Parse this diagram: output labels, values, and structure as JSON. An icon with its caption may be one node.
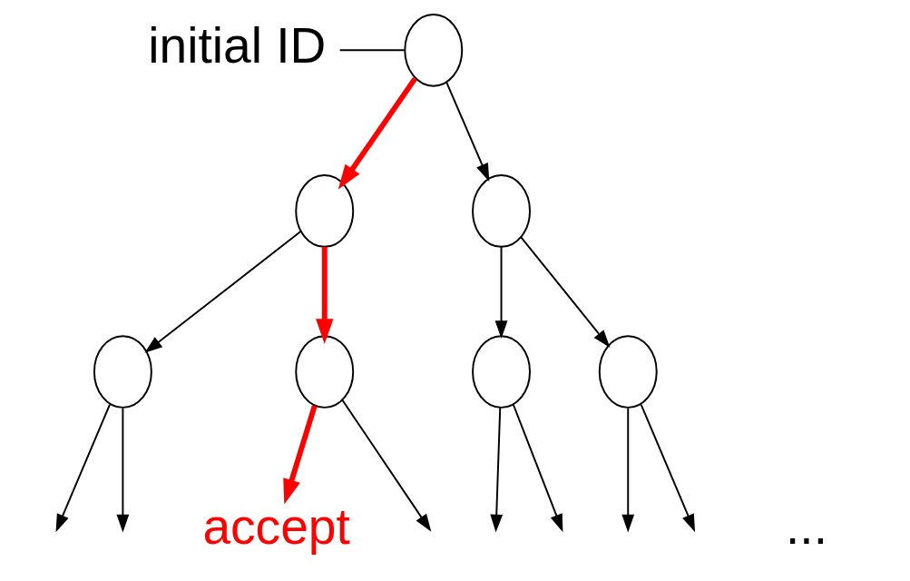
{
  "diagram": {
    "nodes": [
      {
        "text": [
          "initial ID"
        ]
      },
      {
        "text": [],
        "shape": "circle"
      },
      {
        "text": [],
        "shape": "circle"
      },
      {
        "text": [],
        "shape": "circle"
      },
      {
        "text": [],
        "shape": "circle"
      },
      {
        "text": [],
        "shape": "circle"
      },
      {
        "text": [],
        "shape": "circle"
      },
      {
        "text": [],
        "shape": "circle"
      },
      {
        "text": [
          "accept"
        ]
      }
    ],
    "edges": [
      {
        "from": 0,
        "to": 1,
        "arrow": "none"
      },
      {
        "from": 1,
        "to": 2,
        "arrow": "to",
        "style": "thick",
        "color": "#ff0000"
      },
      {
        "from": 1,
        "to": 3,
        "arrow": "to"
      },
      {
        "from": 2,
        "to": 4,
        "arrow": "to"
      },
      {
        "from": 2,
        "to": 5,
        "arrow": "to",
        "style": "thick",
        "color": "#ff0000"
      },
      {
        "from": 3,
        "to": 6,
        "arrow": "to"
      },
      {
        "from": 3,
        "to": 7,
        "arrow": "to"
      },
      {
        "from": 4,
        "to": null,
        "arrow": "to"
      },
      {
        "from": 4,
        "to": null,
        "arrow": "to"
      },
      {
        "from": 5,
        "to": 8,
        "arrow": "to",
        "style": "thick",
        "color": "#ff0000"
      },
      {
        "from": 5,
        "to": null,
        "arrow": "to"
      },
      {
        "from": 6,
        "to": null,
        "arrow": "to"
      },
      {
        "from": 6,
        "to": null,
        "arrow": "to"
      },
      {
        "from": 7,
        "to": null,
        "arrow": "to"
      },
      {
        "from": 7,
        "to": null,
        "arrow": "to"
      }
    ],
    "labels": [
      "..."
    ]
  }
}
